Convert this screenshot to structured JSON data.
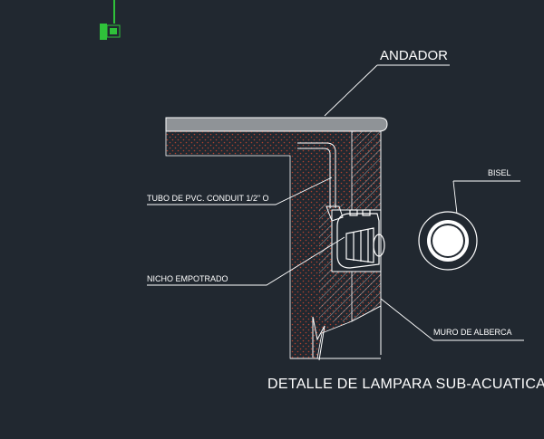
{
  "labels": {
    "andador": "ANDADOR",
    "bisel": "BISEL",
    "tubo": "TUBO DE PVC. CONDUIT 1/2\" O",
    "nicho": "NICHO EMPOTRADO",
    "muro": "MURO DE ALBERCA"
  },
  "title": "DETALLE DE LAMPARA SUB-ACUATICA",
  "colors": {
    "background": "#212830",
    "linework": "#ffffff",
    "hatch_dots": "#b2422f",
    "ucs_icon": "#2fc23a"
  },
  "icons": [
    "ucs-icon"
  ]
}
